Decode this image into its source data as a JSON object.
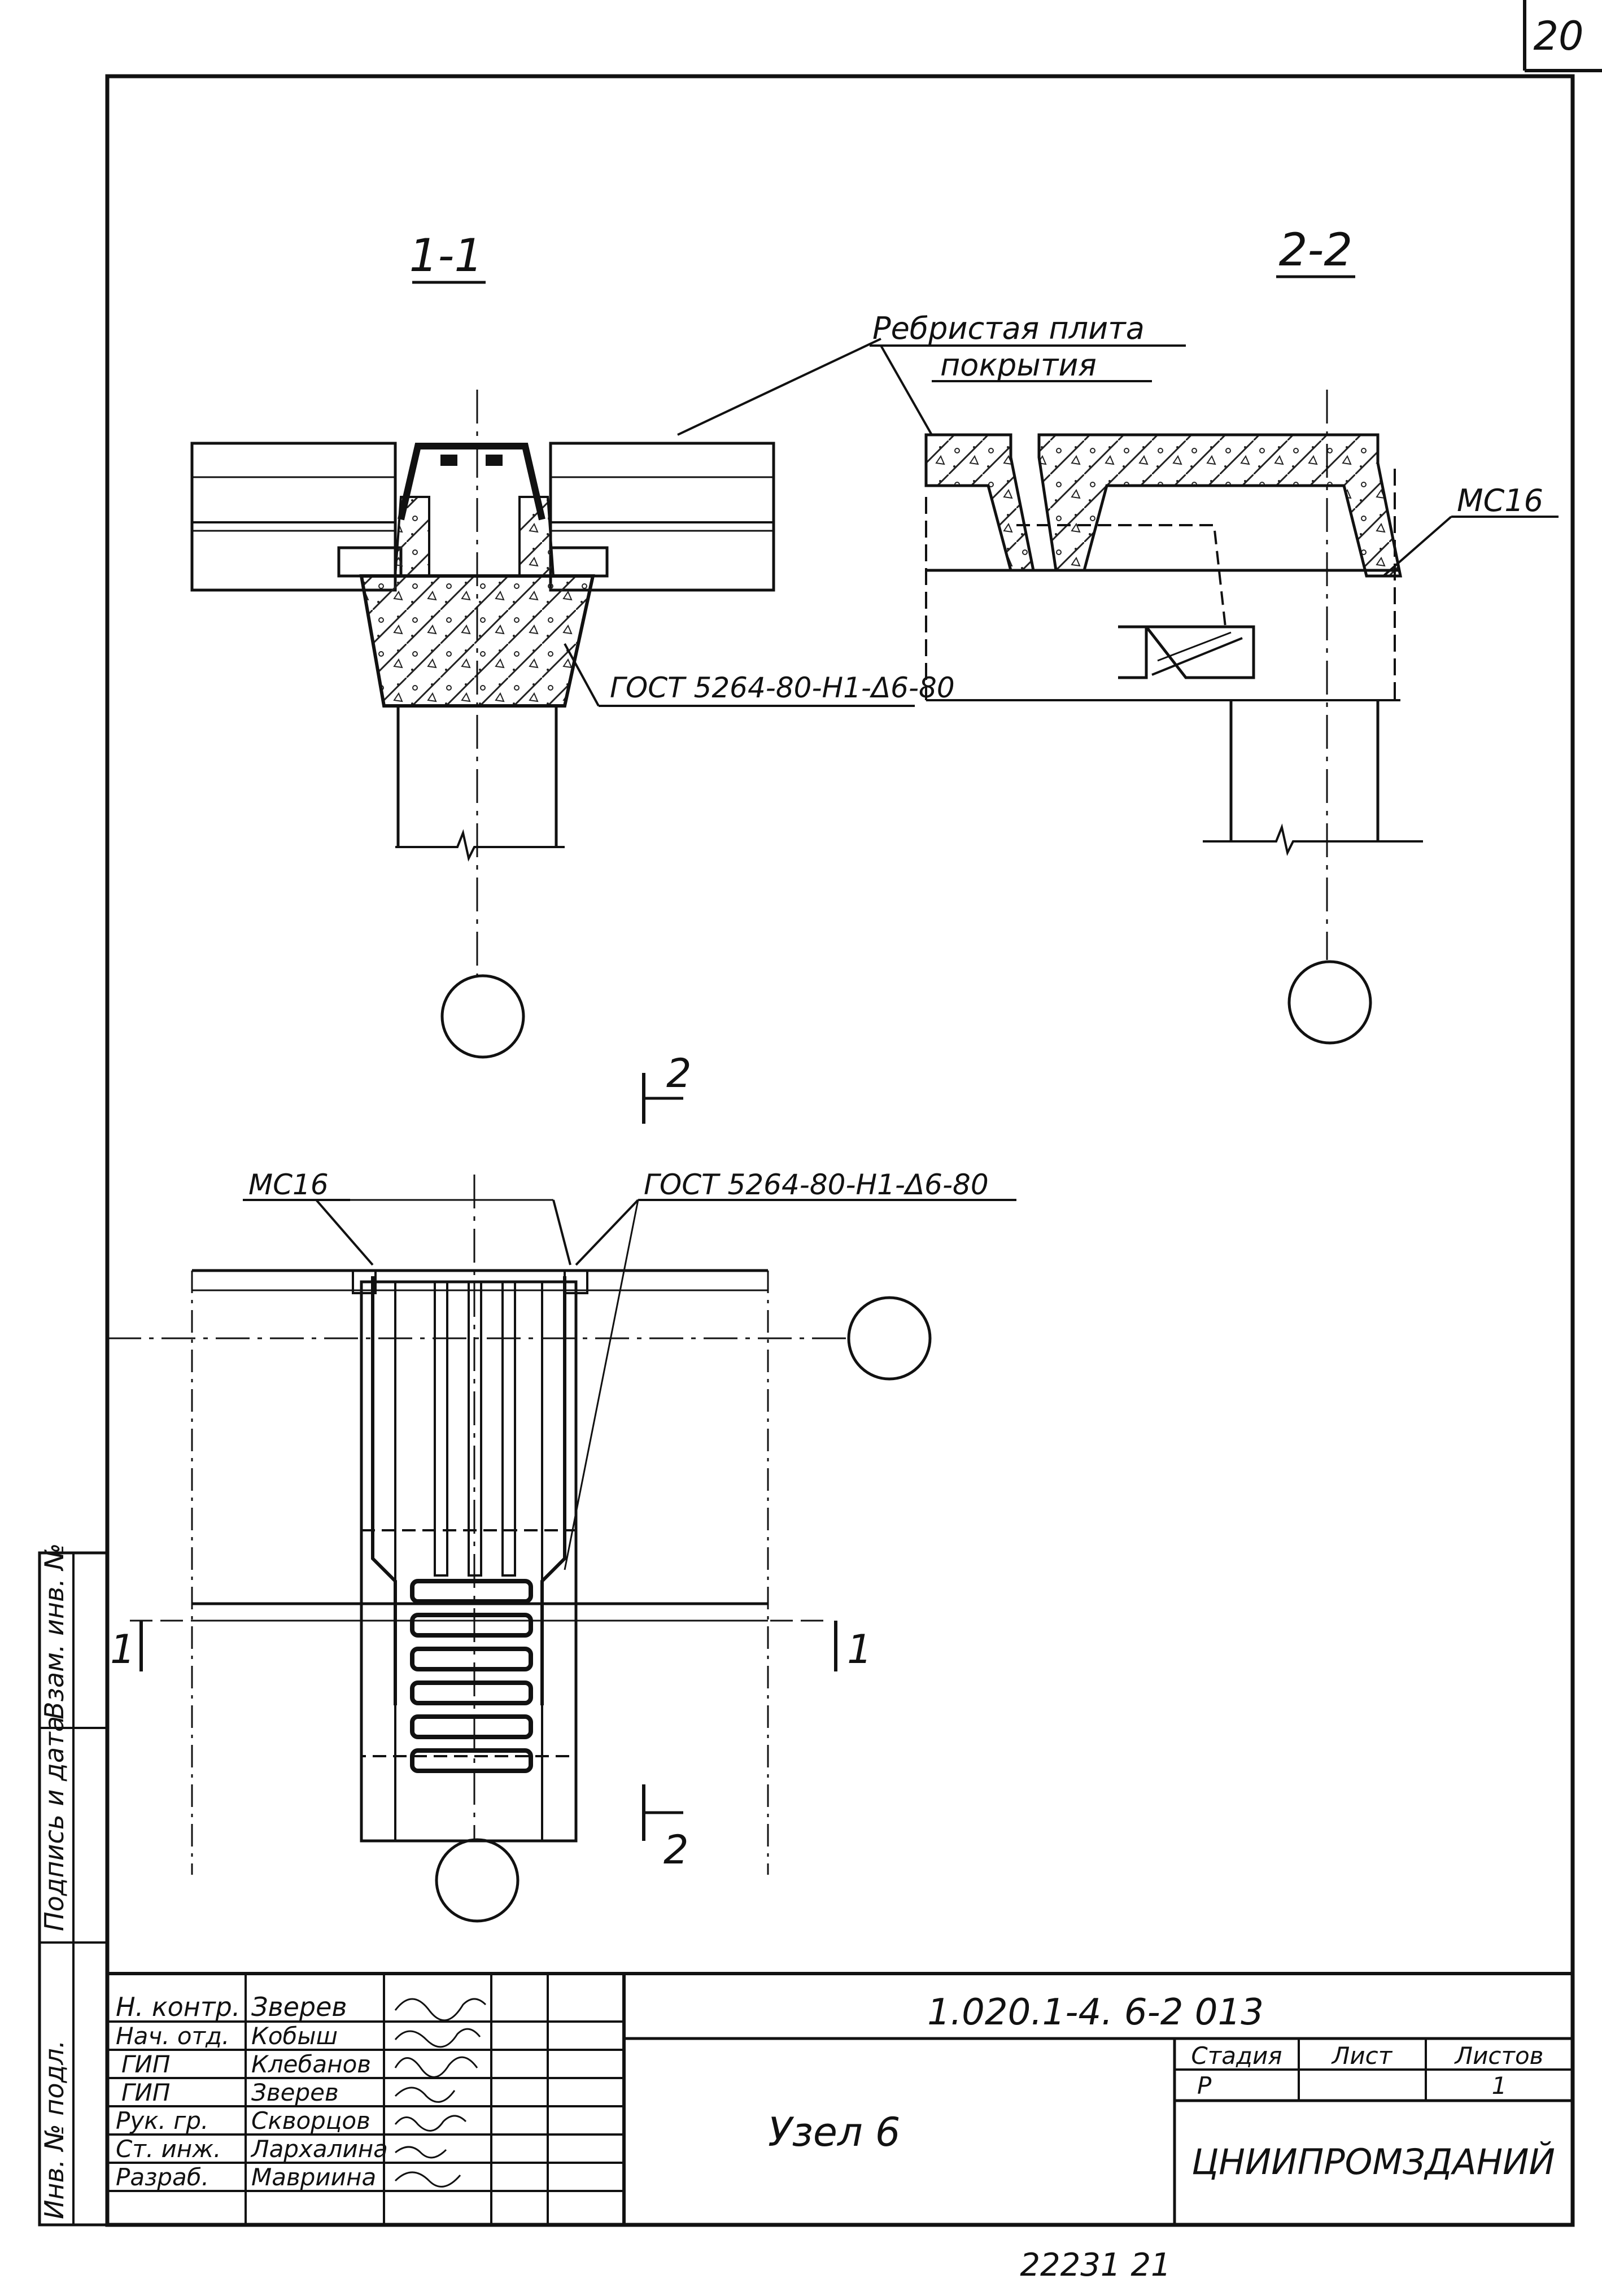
{
  "sheet": {
    "page_number": "20",
    "bottom_code": "22231   21"
  },
  "views": {
    "section_1_1": "1-1",
    "section_2_2": "2-2",
    "cut_mark_1": "1",
    "cut_mark_2": "2"
  },
  "callouts": {
    "ribbed_slab_line1": "Ребристая плита",
    "ribbed_slab_line2": "покрытия",
    "weld_gost_section": "ГОСТ 5264-80-Н1-Δ6-80",
    "weld_gost_plan": "ГОСТ 5264-80-Н1-Δ6-80",
    "mc16_section": "МС16",
    "mc16_plan": "МС16"
  },
  "side_stamp": {
    "inv_podl": "Инв. № подл.",
    "podpis_data": "Подпись и дата",
    "vzam_inv": "Взам. инв. №"
  },
  "title_block": {
    "signatures": [
      {
        "role": "Н. контр.",
        "name": "Зверев"
      },
      {
        "role": "Нач. отд.",
        "name": "Кобыш"
      },
      {
        "role": "ГИП",
        "name": "Клебанов"
      },
      {
        "role": "ГИП",
        "name": "Зверев"
      },
      {
        "role": "Рук. гр.",
        "name": "Скворцов"
      },
      {
        "role": "Ст. инж.",
        "name": "Лархалина"
      },
      {
        "role": "Разраб.",
        "name": "Мавриина"
      }
    ],
    "doc_code": "1.020.1-4. 6-2 013",
    "title": "Узел 6",
    "stage_header": "Стадия",
    "sheet_header": "Лист",
    "sheets_header": "Листов",
    "stage_value": "Р",
    "sheet_value": "",
    "sheets_value": "1",
    "organization": "ЦНИИПРОМЗДАНИЙ"
  }
}
